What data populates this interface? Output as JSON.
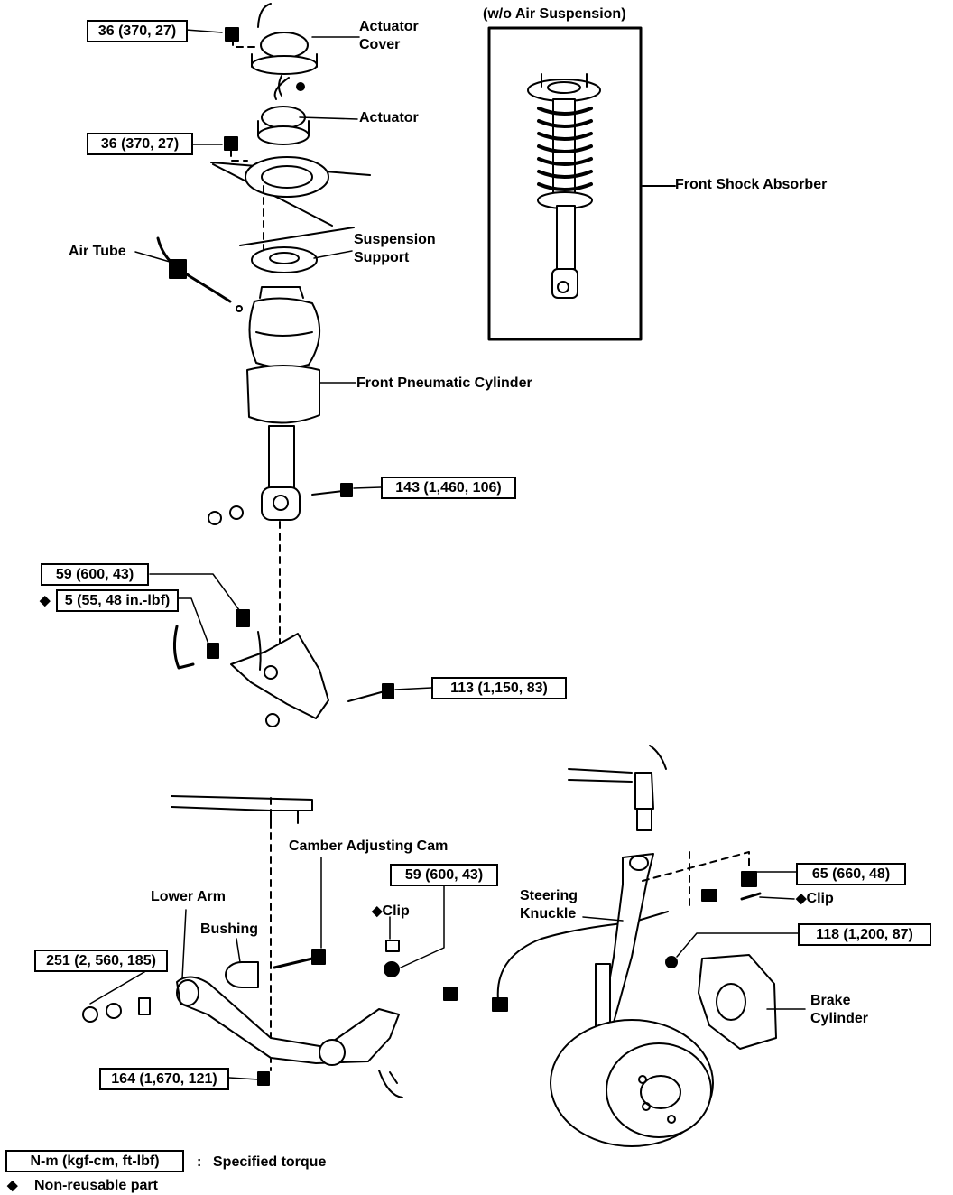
{
  "inset": {
    "title": "(w/o Air Suspension)"
  },
  "labels": {
    "actuator_cover": [
      "Actuator",
      "Cover"
    ],
    "actuator": "Actuator",
    "suspension_support": [
      "Suspension",
      "Support"
    ],
    "air_tube": "Air Tube",
    "front_pneumatic_cylinder": "Front Pneumatic Cylinder",
    "front_shock_absorber": "Front Shock Absorber",
    "camber_adjusting_cam": "Camber Adjusting Cam",
    "lower_arm": "Lower Arm",
    "bushing": "Bushing",
    "clip_left": "Clip",
    "clip_right": "Clip",
    "steering_knuckle": [
      "Steering",
      "Knuckle"
    ],
    "brake_cylinder": [
      "Brake",
      "Cylinder"
    ],
    "non_reusable_mark": "◆"
  },
  "torques": {
    "actuator_cover_nut": "36 (370, 27)",
    "actuator_nut": "36 (370, 27)",
    "shock_lower_bolt": "143 (1,460, 106)",
    "bracket_bolt": "59 (600, 43)",
    "sensor_bolt": "5 (55, 48 in.-lbf)",
    "bracket_through_bolt": "113 (1,150, 83)",
    "clip_bolt": "59 (600, 43)",
    "lower_arm_nut": "251 (2, 560, 185)",
    "ball_joint_nut": "164 (1,670, 121)",
    "upper_arm_nut": "65 (660, 48)",
    "caliper_bolt": "118 (1,200, 87)"
  },
  "legend": {
    "torque_box": "N-m (kgf-cm, ft-lbf)",
    "separator": ":",
    "torque_text": "Specified torque",
    "diamond": "◆",
    "non_reusable_text": "Non-reusable part"
  }
}
